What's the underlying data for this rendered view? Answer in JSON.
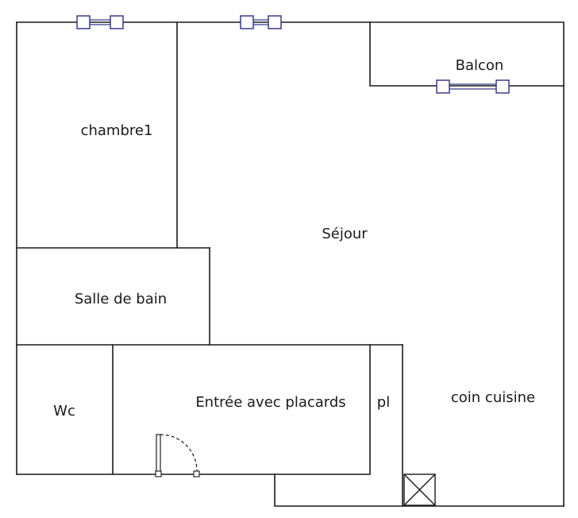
{
  "rooms": {
    "chambre1": "chambre1",
    "sejour": "Séjour",
    "balcon": "Balcon",
    "salle_de_bain": "Salle de bain",
    "wc": "Wc",
    "entree": "Entrée avec placards",
    "placard": "pl",
    "coin_cuisine": "coin cuisine"
  },
  "colors": {
    "wall": "#1a1a1a",
    "window": "#3a3a8c",
    "background": "#ffffff"
  }
}
